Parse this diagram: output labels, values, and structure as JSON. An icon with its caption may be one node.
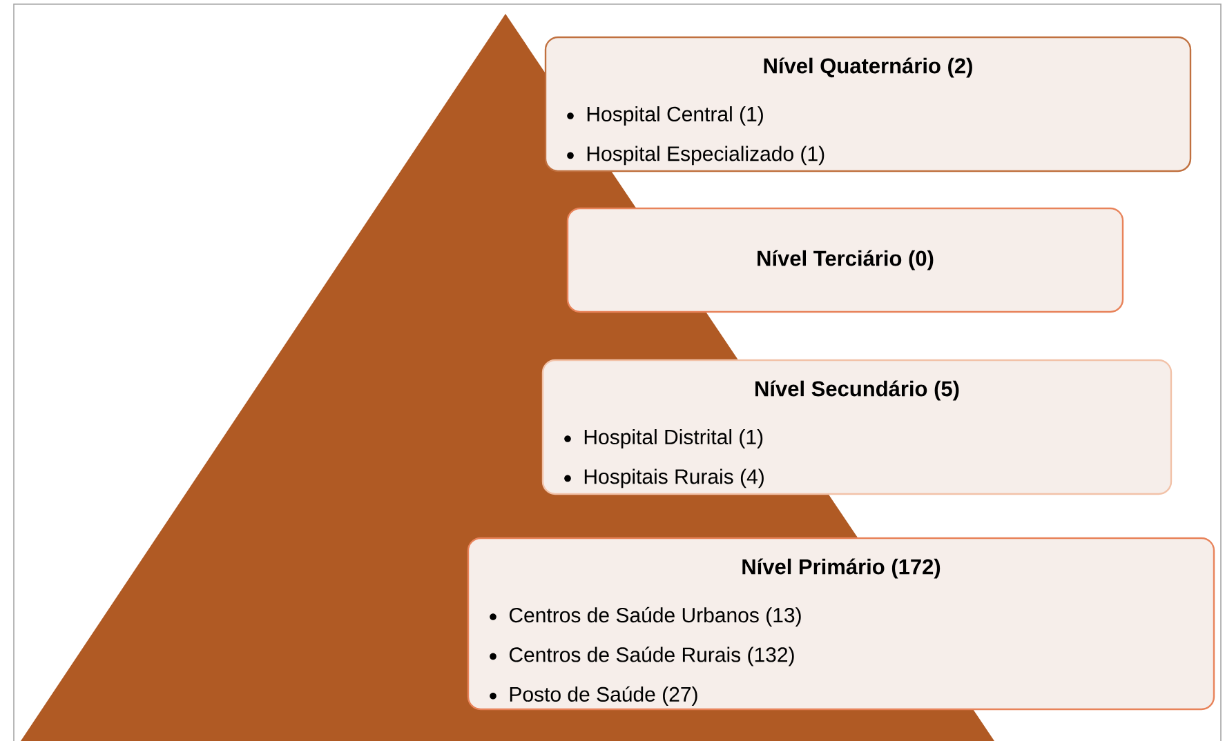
{
  "diagram": {
    "nodes": [
      {
        "text": [
          "Nível Quaternário (2)",
          "Hospital Central (1)",
          "Hospital Especializado (1)"
        ]
      },
      {
        "text": [
          "Nível Terciário (0)"
        ]
      },
      {
        "text": [
          "Nível Secundário (5)",
          "Hospital Distrital (1)",
          "Hospitais Rurais (4)"
        ]
      },
      {
        "text": [
          "Nível Primário (172)",
          "Centros de Saúde Urbanos (13)",
          "Centros de Saúde Rurais (132)",
          "Posto de Saúde (27)"
        ]
      }
    ]
  }
}
